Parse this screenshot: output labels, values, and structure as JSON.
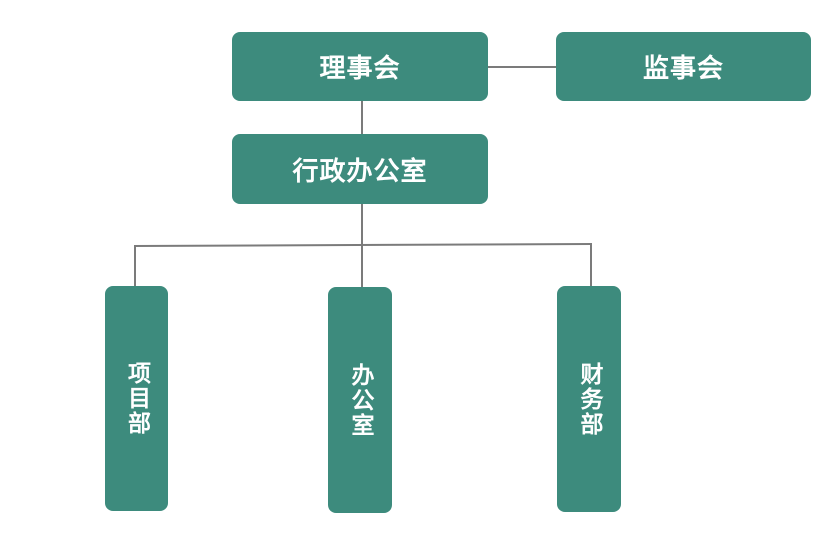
{
  "org_chart": {
    "board": "理事会",
    "supervisory_board": "监事会",
    "admin_office": "行政办公室",
    "departments": [
      "项目部",
      "办公室",
      "财务部"
    ]
  },
  "colors": {
    "box_fill": "#3d8b7d",
    "box_text": "#ffffff",
    "connector": "#7b7b7b"
  }
}
